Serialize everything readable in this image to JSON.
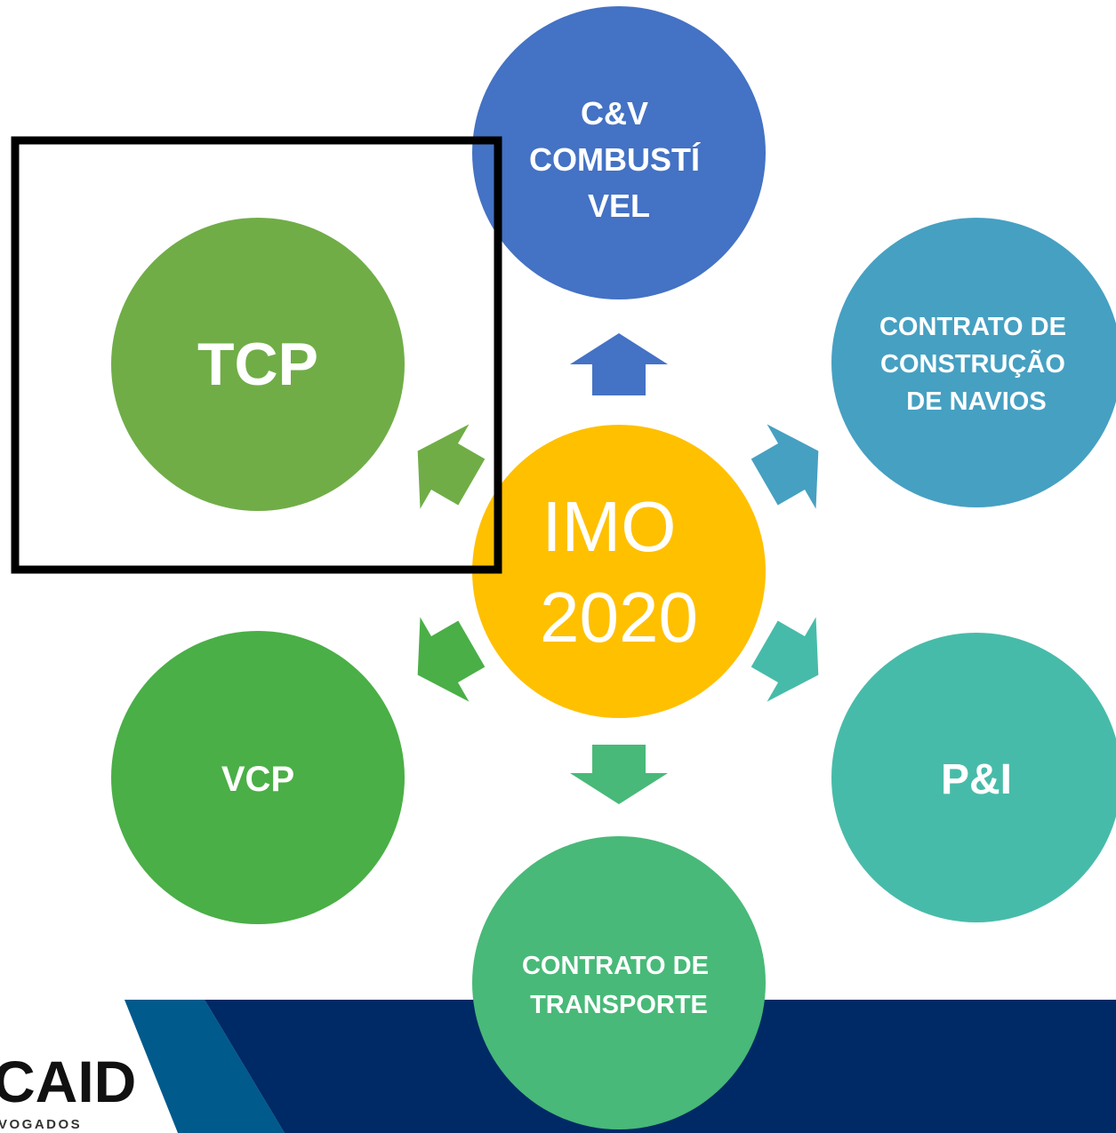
{
  "diagram": {
    "center": {
      "lines": [
        "IMO",
        "2020"
      ],
      "color": "#FFC000"
    },
    "nodes": [
      {
        "id": "cv-combustivel",
        "lines": [
          "C&V",
          "COMBUSTÍ",
          "VEL"
        ],
        "color": "#4472C4"
      },
      {
        "id": "contrato-construcao-navios",
        "lines": [
          "CONTRATO DE",
          "CONSTRUÇÃO",
          "DE NAVIOS"
        ],
        "color": "#46A0C2"
      },
      {
        "id": "p-and-i",
        "lines": [
          "P&I"
        ],
        "color": "#47BBA9"
      },
      {
        "id": "contrato-transporte",
        "lines": [
          "CONTRATO DE",
          "TRANSPORTE"
        ],
        "color": "#48B978"
      },
      {
        "id": "vcp",
        "lines": [
          "VCP"
        ],
        "color": "#4AAF46"
      },
      {
        "id": "tcp",
        "lines": [
          "TCP"
        ],
        "color": "#70AD47"
      }
    ],
    "highlighted_node": "tcp",
    "highlight_color": "#000000"
  },
  "footer": {
    "logo_text": "CAID",
    "logo_subtext": "VOGADOS",
    "band_color": "#002A66",
    "stripe_color": "#005A8C"
  }
}
